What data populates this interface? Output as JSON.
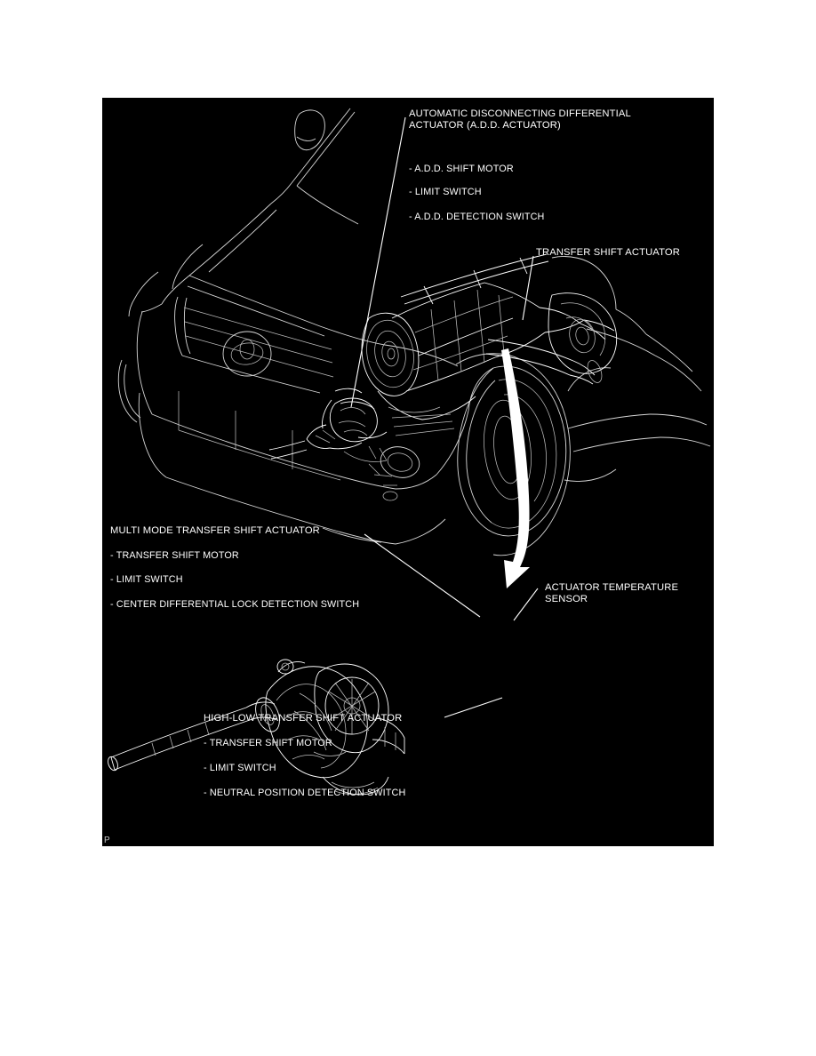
{
  "page": {
    "background_color": "#ffffff",
    "panel_background_color": "#000000",
    "line_color": "#ffffff",
    "corner_mark": "P"
  },
  "figure": {
    "type": "technical-line-drawing",
    "subject": "Vehicle front three-quarter view with drivetrain / transfer case actuators",
    "callouts": [
      {
        "id": "add-actuator",
        "title": "AUTOMATIC DISCONNECTING DIFFERENTIAL\nACTUATOR (A.D.D. ACTUATOR)",
        "items": [
          "- A.D.D. SHIFT MOTOR",
          "- LIMIT SWITCH",
          "- A.D.D. DETECTION SWITCH"
        ]
      },
      {
        "id": "transfer-shift-actuator",
        "title": "TRANSFER SHIFT ACTUATOR",
        "items": []
      },
      {
        "id": "multi-mode-transfer-shift-actuator",
        "title": "MULTI MODE TRANSFER SHIFT ACTUATOR",
        "items": [
          "- TRANSFER SHIFT MOTOR",
          "- LIMIT SWITCH",
          "- CENTER DIFFERENTIAL LOCK DETECTION SWITCH"
        ]
      },
      {
        "id": "actuator-temperature-sensor",
        "title": "ACTUATOR TEMPERATURE\nSENSOR",
        "items": []
      },
      {
        "id": "high-low-transfer-shift-actuator",
        "title": "HIGH-LOW TRANSFER SHIFT ACTUATOR",
        "items": [
          "- TRANSFER SHIFT MOTOR",
          "- LIMIT SWITCH",
          "- NEUTRAL POSITION DETECTION SWITCH"
        ]
      }
    ]
  }
}
